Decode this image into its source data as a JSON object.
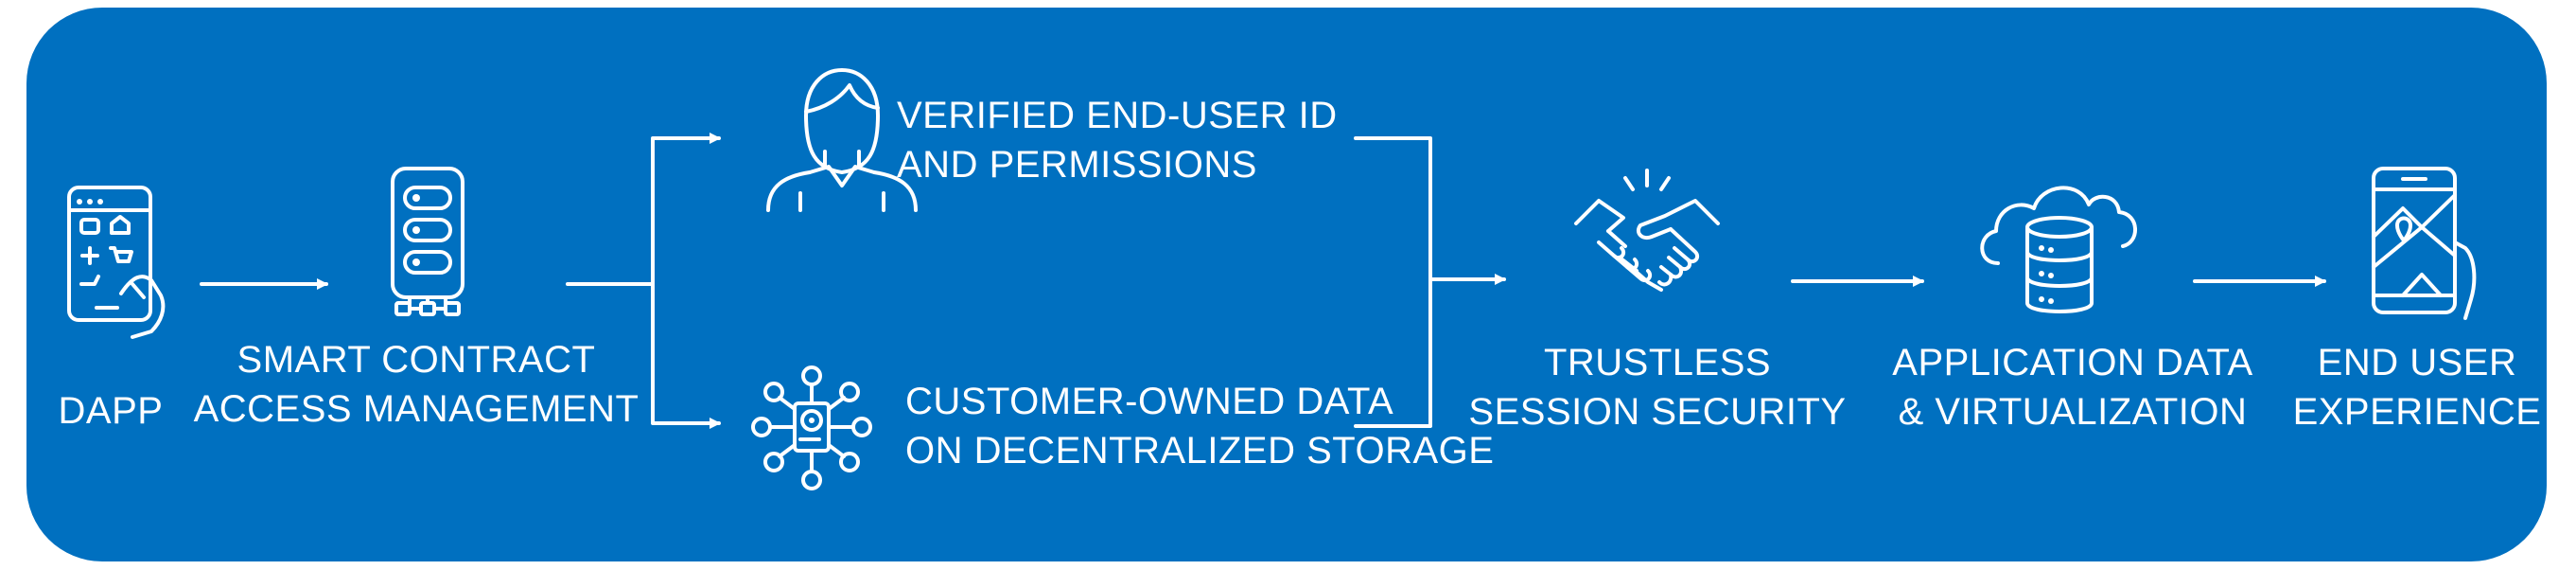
{
  "colors": {
    "panel": "#0070C0",
    "foreground": "#ffffff"
  },
  "nodes": {
    "dapp": {
      "icon": "mobile-app-icon",
      "line1": "DAPP"
    },
    "smart_contract": {
      "icon": "server-rack-icon",
      "line1": "SMART CONTRACT",
      "line2": "ACCESS MANAGEMENT"
    },
    "verified_id": {
      "icon": "user-avatar-icon",
      "line1": "VERIFIED END-USER ID",
      "line2": "AND PERMISSIONS"
    },
    "customer_data": {
      "icon": "hard-drive-network-icon",
      "line1": "CUSTOMER-OWNED DATA",
      "line2": "ON DECENTRALIZED STORAGE"
    },
    "trustless": {
      "icon": "handshake-icon",
      "line1": "TRUSTLESS",
      "line2": "SESSION SECURITY"
    },
    "application_data": {
      "icon": "cloud-database-icon",
      "line1": "APPLICATION DATA",
      "line2": "& VIRTUALIZATION"
    },
    "end_user": {
      "icon": "mobile-map-icon",
      "line1": "END USER",
      "line2": "EXPERIENCE"
    }
  }
}
